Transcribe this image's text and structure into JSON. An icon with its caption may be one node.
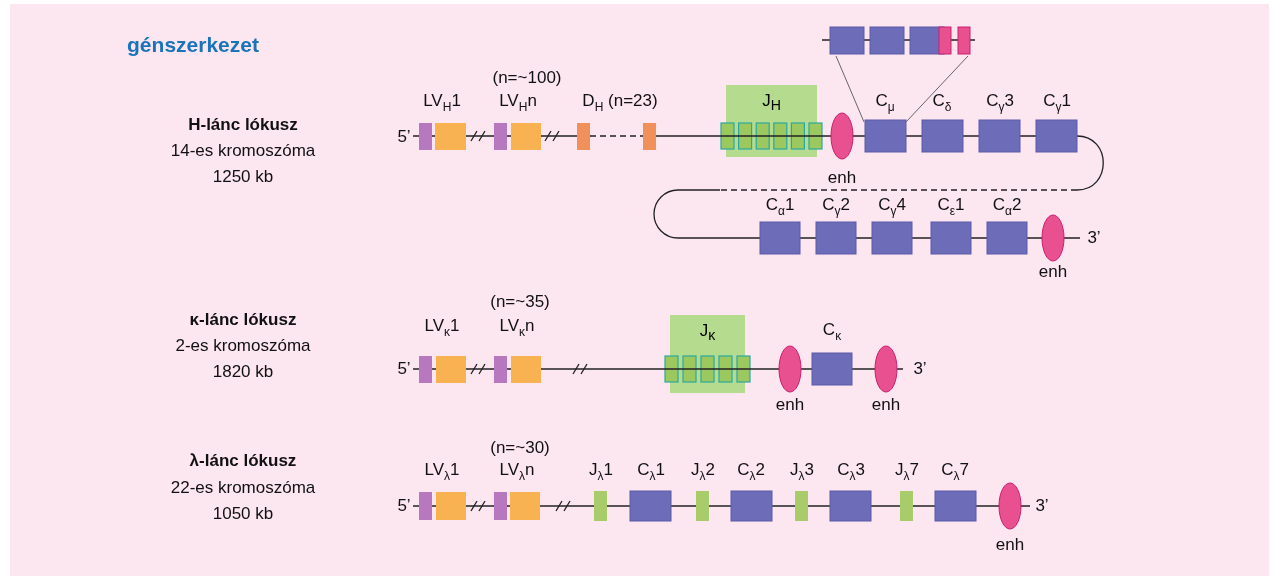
{
  "diagram": {
    "title": "génszerkezet",
    "nodes": [
      {
        "text": [
          "J$_{H}$"
        ]
      },
      {
        "text": [
          "J$_{κ}$"
        ]
      }
    ],
    "labels": [
      "H-lánc lókusz",
      "14-es kromoszóma",
      "1250 kb",
      "(n=~100)",
      "LV$_{H}$1",
      "LV$_{H}$n",
      "D$_{H}$ (n=23)",
      "C$_{μ}$",
      "C$_{δ}$",
      "C$_{γ}$3",
      "C$_{γ}$1",
      "5’",
      "enh",
      "C$_{α}$1",
      "C$_{γ}$2",
      "C$_{γ}$4",
      "C$_{ε}$1",
      "C$_{α}$2",
      "3’",
      "enh",
      "κ-lánc lókusz",
      "2-es kromoszóma",
      "1820 kb",
      "(n=~35)",
      "LV$_{κ}$1",
      "LV$_{κ}$n",
      "C$_{κ}$",
      "5’",
      "3’",
      "enh",
      "enh",
      "λ-lánc lókusz",
      "22-es kromoszóma",
      "1050 kb",
      "(n=~30)",
      "LV$_{λ}$1",
      "LV$_{λ}$n",
      "J$_{λ}$1",
      "C$_{λ}$1",
      "J$_{λ}$2",
      "C$_{λ}$2",
      "J$_{λ}$3",
      "C$_{λ}$3",
      "J$_{λ}$7",
      "C$_{λ}$7",
      "5’",
      "3’",
      "enh"
    ]
  }
}
